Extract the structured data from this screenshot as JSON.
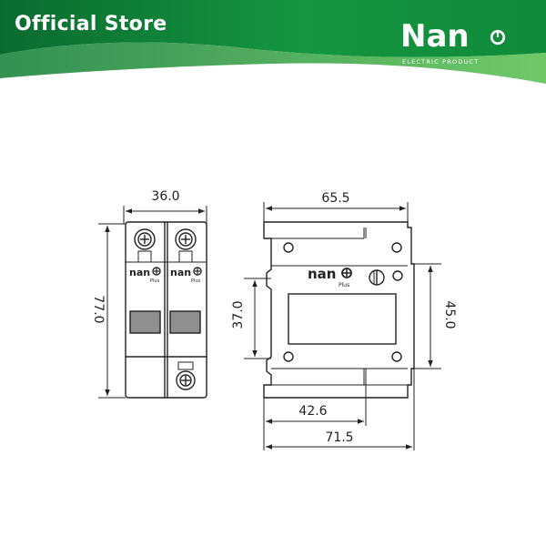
{
  "header": {
    "store_label": "Official Store",
    "brand_name": "Nan",
    "brand_subtitle": "ELECTRIC PRODUCT",
    "colors": {
      "banner_dark": "#0d6b33",
      "banner_light": "#3fb049",
      "text": "#ffffff"
    }
  },
  "drawing": {
    "front_view": {
      "width_label": "36.0",
      "height_label": "77.0",
      "module_logo": "nan",
      "module_logo_sub": "Plus"
    },
    "side_view": {
      "width_label": "65.5",
      "inner_height_label": "37.0",
      "outer_height_label": "45.0",
      "base_width_label": "42.6",
      "total_width_label": "71.5",
      "logo": "nan",
      "logo_sub": "Plus"
    },
    "colors": {
      "line": "#222222",
      "window": "#8f8f8f"
    }
  }
}
